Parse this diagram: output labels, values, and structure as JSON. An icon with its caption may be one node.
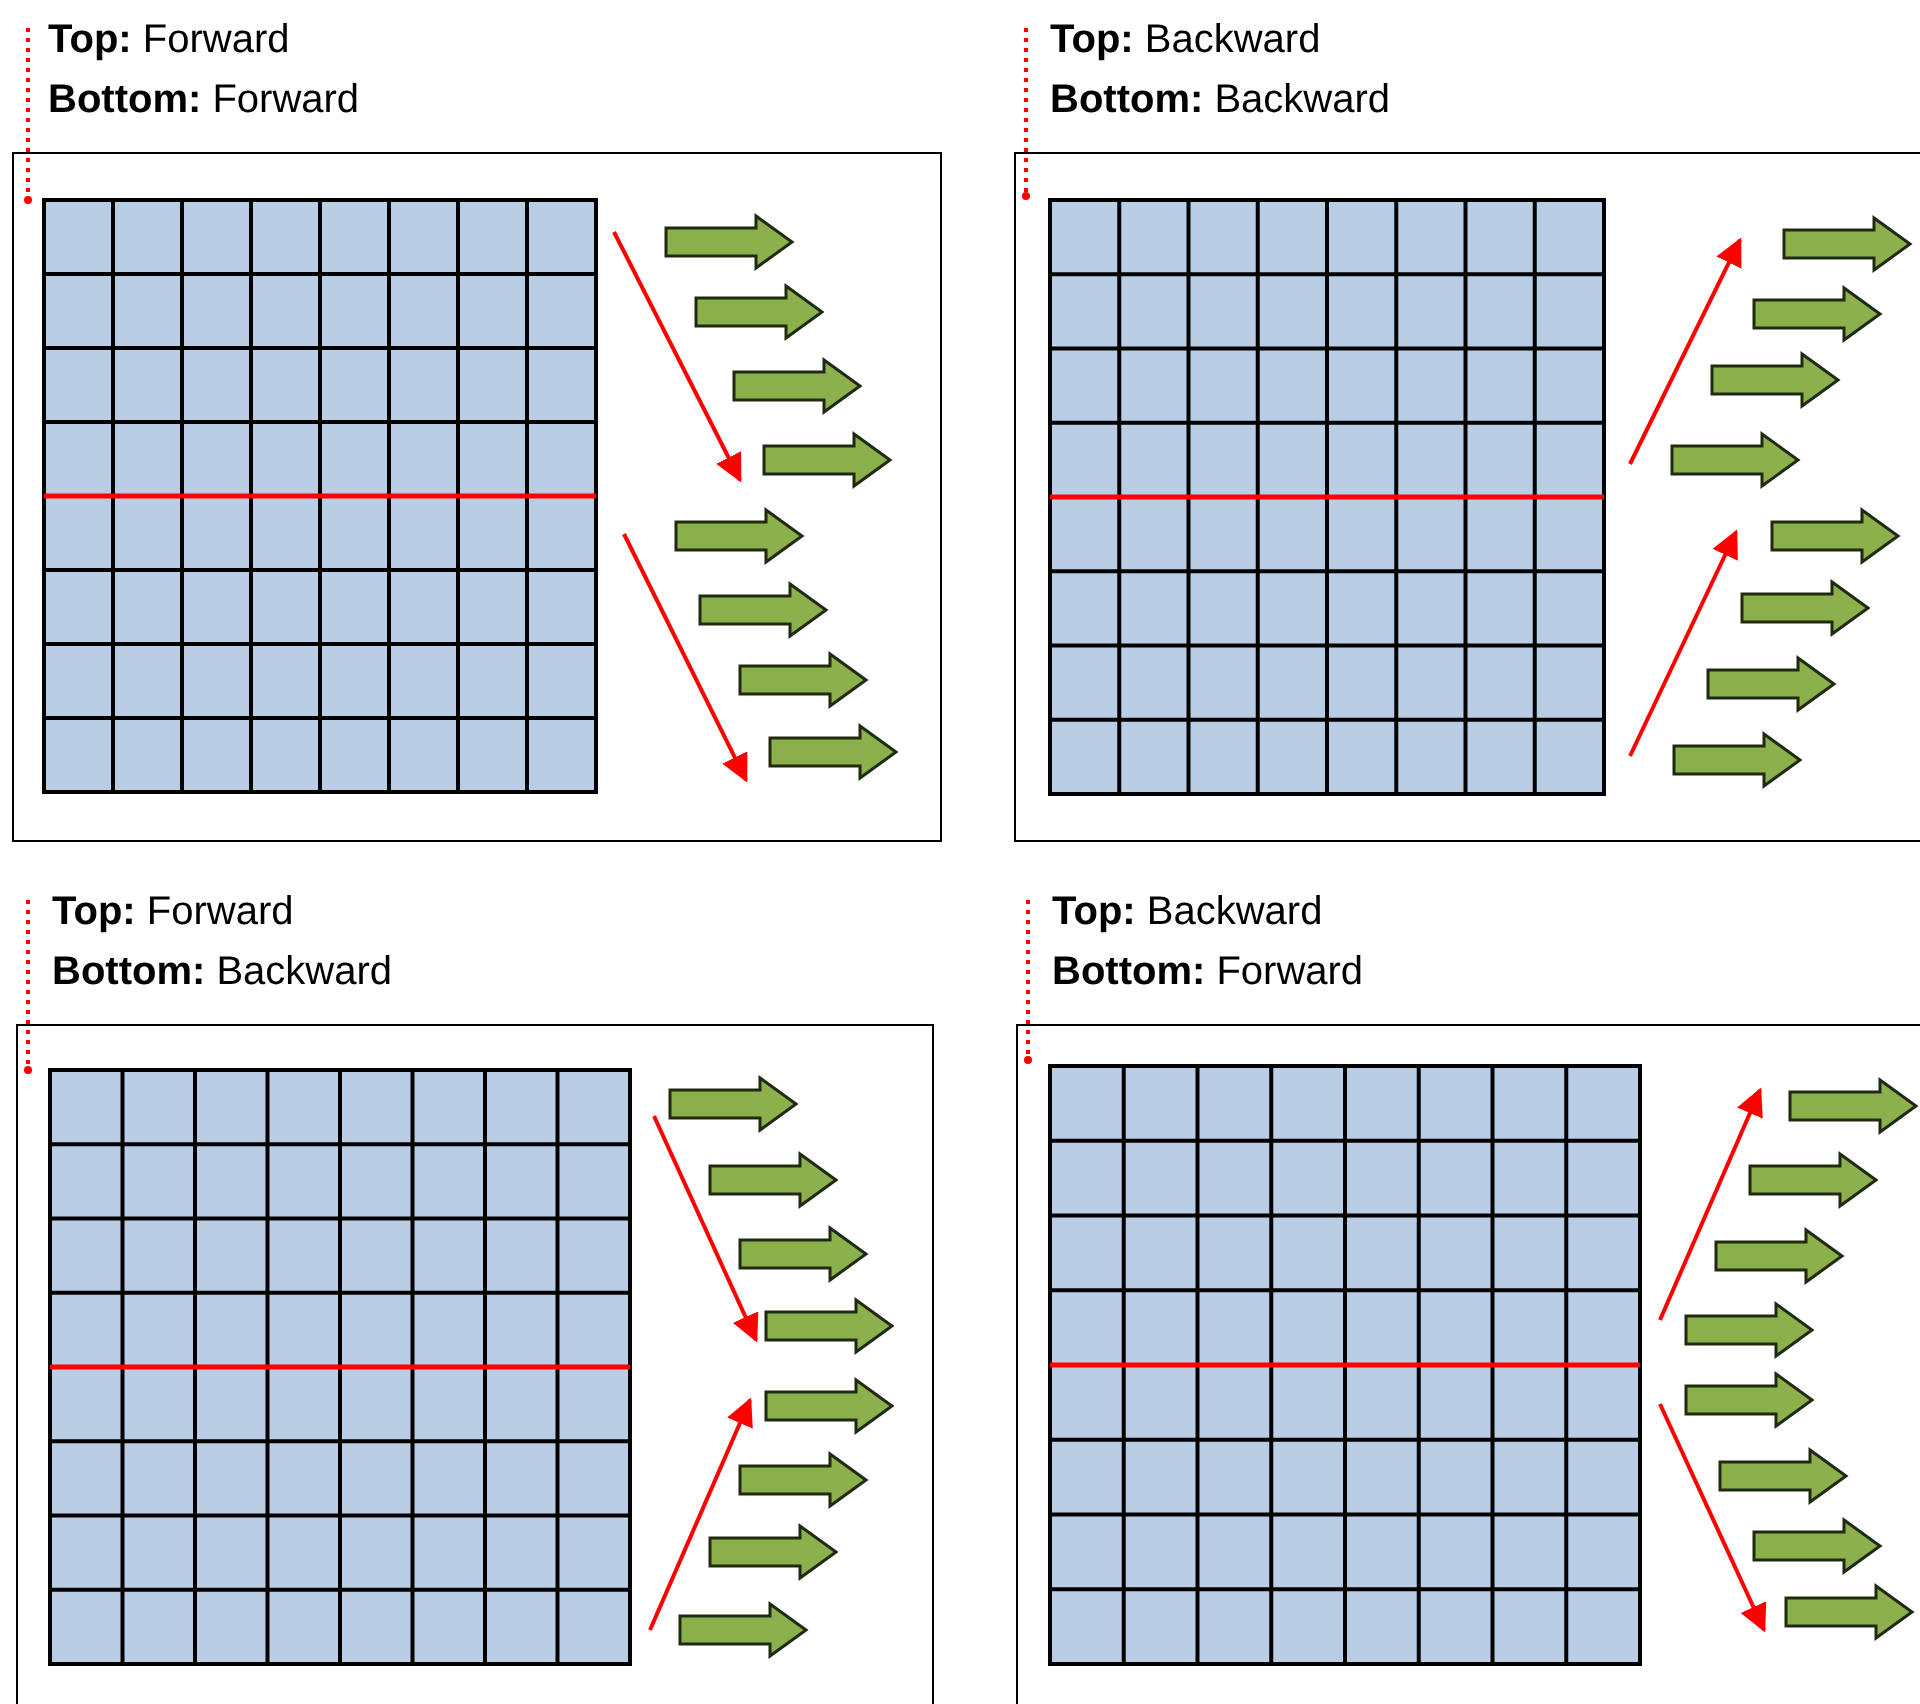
{
  "diagram": {
    "nodes": [
      {
        "text": [
          "**Top:** Forward",
          "**Bottom:** Forward"
        ]
      },
      {
        "text": [
          "**Top:** Backward",
          "**Bottom:** Backward"
        ]
      },
      {
        "text": [
          "**Top:** Forward",
          "**Bottom:** Backward"
        ]
      },
      {
        "text": [
          "**Top:** Backward",
          "**Bottom:** Forward"
        ]
      }
    ]
  }
}
